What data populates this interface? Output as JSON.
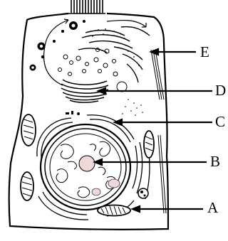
{
  "diagram": {
    "labels": [
      {
        "id": "a",
        "text": "A"
      },
      {
        "id": "b",
        "text": "B"
      },
      {
        "id": "c",
        "text": "C"
      },
      {
        "id": "d",
        "text": "D"
      },
      {
        "id": "e",
        "text": "E"
      }
    ]
  }
}
